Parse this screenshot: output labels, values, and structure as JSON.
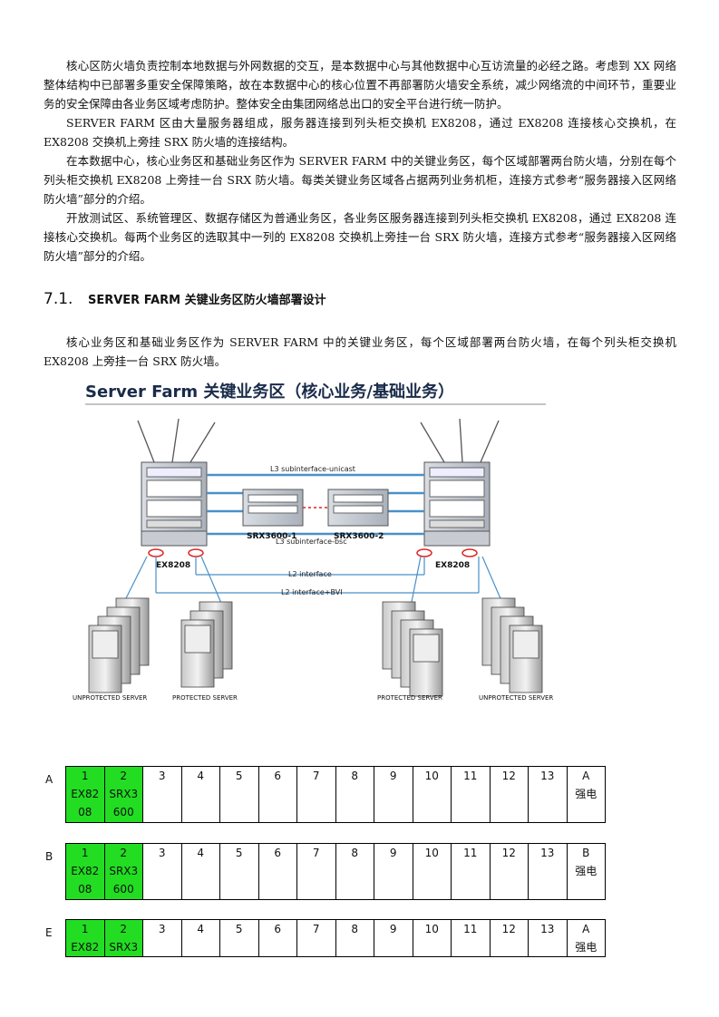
{
  "paragraphs": [
    "核心区防火墙负责控制本地数据与外网数据的交互，是本数据中心与其他数据中心互访流量的必经之路。考虑到 XX 网络整体结构中已部署多重安全保障策略，故在本数据中心的核心位置不再部署防火墙安全系统，减少网络流的中间环节，重要业务的安全保障由各业务区域考虑防护。整体安全由集团网络总出口的安全平台进行统一防护。",
    "SERVER FARM 区由大量服务器组成，服务器连接到列头柜交换机 EX8208，通过 EX8208 连接核心交换机，在 EX8208 交换机上旁挂 SRX 防火墙的连接结构。",
    "在本数据中心，核心业务区和基础业务区作为 SERVER FARM 中的关键业务区，每个区域部署两台防火墙，分别在每个列头柜交换机 EX8208 上旁挂一台 SRX 防火墙。每类关键业务区域各占据两列业务机柜，连接方式参考“服务器接入区网络防火墙”部分的介绍。",
    "开放测试区、系统管理区、数据存储区为普通业务区，各业务区服务器连接到列头柜交换机 EX8208，通过 EX8208 连接核心交换机。每两个业务区的选取其中一列的 EX8208 交换机上旁挂一台 SRX 防火墙，连接方式参考“服务器接入区网络防火墙”部分的介绍。"
  ],
  "section": {
    "number": "7.1.",
    "title": "SERVER FARM 关键业务区防火墙部署设计",
    "paragraph": "核心业务区和基础业务区作为 SERVER FARM 中的关键业务区，每个区域部署两台防火墙，在每个列头柜交换机 EX8208 上旁挂一台 SRX 防火墙。"
  },
  "diagram": {
    "title": "Server Farm 关键业务区（核心业务/基础业务）",
    "switch_left": "EX8208",
    "switch_right": "EX8208",
    "fw_left": "SRX3600-1",
    "fw_right": "SRX3600-2",
    "link_l3_unicast": "L3 subinterface-unicast",
    "link_l3_bsc": "L3 subinterface-bsc",
    "link_l2": "L2 interface",
    "link_l2_bvi": "L2 interface+BVI",
    "servers": [
      "UNPROTECTED SERVER",
      "PROTECTED SERVER",
      "PROTECTED SERVER",
      "UNPROTECTED SERVER"
    ]
  },
  "racks": [
    {
      "row": "A",
      "cells": [
        [
          "1",
          "EX82",
          "08"
        ],
        [
          "2",
          "SRX3",
          "600"
        ],
        [
          "3"
        ],
        [
          "4"
        ],
        [
          "5"
        ],
        [
          "6"
        ],
        [
          "7"
        ],
        [
          "8"
        ],
        [
          "9"
        ],
        [
          "10"
        ],
        [
          "11"
        ],
        [
          "12"
        ],
        [
          "13"
        ],
        [
          "A",
          "强电"
        ]
      ]
    },
    {
      "row": "B",
      "cells": [
        [
          "1",
          "EX82",
          "08"
        ],
        [
          "2",
          "SRX3",
          "600"
        ],
        [
          "3"
        ],
        [
          "4"
        ],
        [
          "5"
        ],
        [
          "6"
        ],
        [
          "7"
        ],
        [
          "8"
        ],
        [
          "9"
        ],
        [
          "10"
        ],
        [
          "11"
        ],
        [
          "12"
        ],
        [
          "13"
        ],
        [
          "B",
          "强电"
        ]
      ]
    },
    {
      "row": "E",
      "cells": [
        [
          "1",
          "EX82"
        ],
        [
          "2",
          "SRX3"
        ],
        [
          "3"
        ],
        [
          "4"
        ],
        [
          "5"
        ],
        [
          "6"
        ],
        [
          "7"
        ],
        [
          "8"
        ],
        [
          "9"
        ],
        [
          "10"
        ],
        [
          "11"
        ],
        [
          "12"
        ],
        [
          "13"
        ],
        [
          "A",
          "强电"
        ]
      ]
    }
  ],
  "colors": {
    "rack_highlight": "#22dd22",
    "link_blue": "#4a90c8",
    "port_red": "#e02020"
  }
}
